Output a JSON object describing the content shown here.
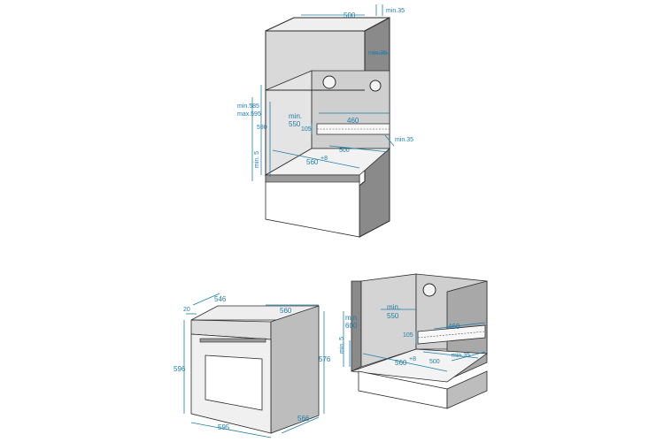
{
  "dims": {
    "top_width": "500",
    "top_min_35_a": "min.35",
    "top_min_35_b": "min.35",
    "top_min_585": "min.585",
    "top_max_595": "max.595",
    "top_590": "590",
    "top_min": "min.",
    "top_550": "550",
    "top_460": "460",
    "top_105": "105",
    "top_500b": "500",
    "top_min_35_c": "min.35",
    "top_min_5": "min. 5",
    "top_560": "560",
    "top_560_sup": "+8",
    "oven_546": "546",
    "oven_20": "20",
    "oven_560": "560",
    "oven_596": "596",
    "oven_576": "576",
    "oven_595": "595",
    "oven_566": "566",
    "base_min": "min.",
    "base_600": "600",
    "base_min2": "min.",
    "base_550": "550",
    "base_460": "460",
    "base_105": "105",
    "base_min_5": "min. 5",
    "base_560": "560",
    "base_560_sup": "+8",
    "base_500": "500",
    "base_min_35": "min.35"
  },
  "colors": {
    "dimension": "#1f7ea8",
    "cabinet_side": "#8a8a8a",
    "cabinet_back": "#cfcfcf",
    "cabinet_top": "#d9d9d9",
    "oven_body": "#e6e6e6"
  }
}
